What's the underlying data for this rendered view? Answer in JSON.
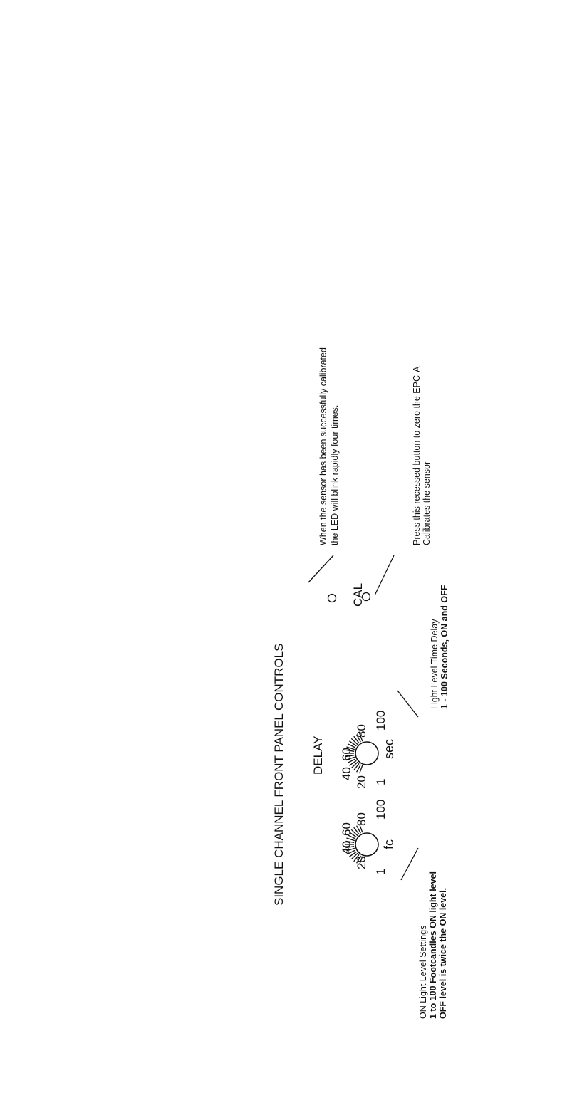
{
  "title": "SINGLE CHANNEL FRONT PANEL CONTROLS",
  "fc_dial": {
    "unit": "fc",
    "scale_labels": [
      "1",
      "20",
      "40",
      "60",
      "80",
      "100"
    ]
  },
  "delay_dial": {
    "title": "DELAY",
    "unit": "sec",
    "scale_labels": [
      "1",
      "20",
      "40",
      "60",
      "80",
      "100"
    ]
  },
  "led": {
    "cal_label": "CAL"
  },
  "notes": {
    "on_light": {
      "line1": "ON Light Level Settings",
      "line2": "1 to 100 Footcandles ON light level",
      "line3": "OFF level is twice the ON level."
    },
    "time_delay": {
      "line1": "Light Level Time Delay",
      "line2": "1 - 100 Seconds, ON and OFF"
    },
    "led_note": {
      "line1": "When the sensor has been successfully calibrated",
      "line2": "the LED will blink rapidly four times."
    },
    "cal_note": {
      "line1": "Press this recessed button to zero the EPC-A",
      "line2": "Calibrates the sensor"
    }
  }
}
